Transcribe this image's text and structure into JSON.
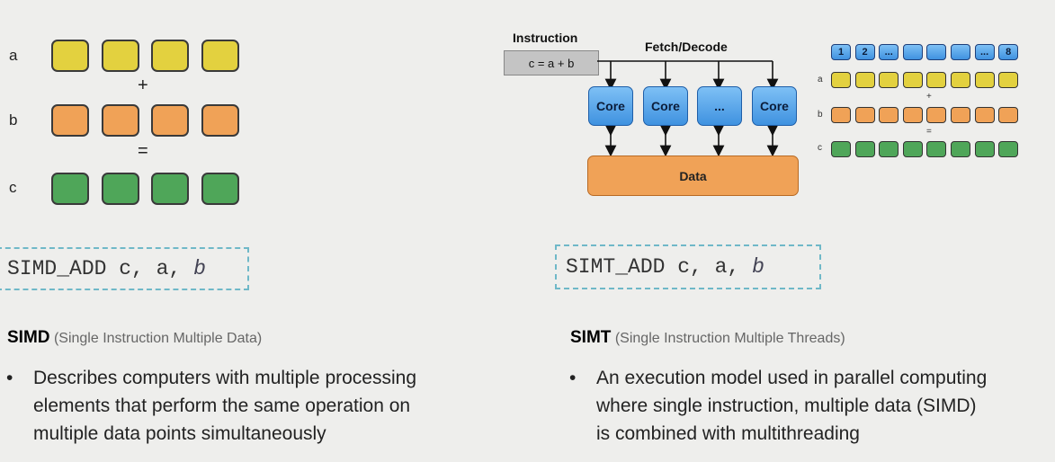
{
  "simd_diagram": {
    "rows": [
      {
        "label": "a",
        "color": "#e3d13f"
      },
      {
        "label": "b",
        "color": "#f0a257"
      },
      {
        "label": "c",
        "color": "#4fa659"
      }
    ],
    "plus_sign": "+",
    "equals_sign": "=",
    "cells_per_row": 4
  },
  "simd_code": {
    "op": "SIMD_ADD ",
    "args": "c, a, ",
    "last": "b"
  },
  "simt_code": {
    "op": "SIMT_ADD ",
    "args": "c, a, ",
    "last": "b"
  },
  "simt_diagram": {
    "instruction_title": "Instruction",
    "instruction_text": "c = a + b",
    "fetch_decode": "Fetch/Decode",
    "cores": [
      "Core",
      "Core",
      "...",
      "Core"
    ],
    "data_label": "Data",
    "thread_labels": [
      "1",
      "2",
      "...",
      "",
      "",
      "",
      "...",
      "8"
    ],
    "mini_rows": [
      {
        "label": "a",
        "color": "#e3d13f"
      },
      {
        "label": "b",
        "color": "#f0a257"
      },
      {
        "label": "c",
        "color": "#4fa659"
      }
    ],
    "mini_plus": "+",
    "mini_equals": "="
  },
  "simd_text": {
    "title": "SIMD",
    "subtitle": "(Single Instruction Multiple Data)",
    "bullet_marker": "•",
    "bullet": [
      "Describes computers with multiple processing",
      "elements that perform the same operation on",
      "multiple data points simultaneously"
    ]
  },
  "simt_text": {
    "title": "SIMT",
    "subtitle": "(Single Instruction Multiple Threads)",
    "bullet_marker": "•",
    "bullet": [
      "An execution model used in parallel computing",
      "where single instruction, multiple data (SIMD)",
      "is combined with multithreading"
    ]
  }
}
